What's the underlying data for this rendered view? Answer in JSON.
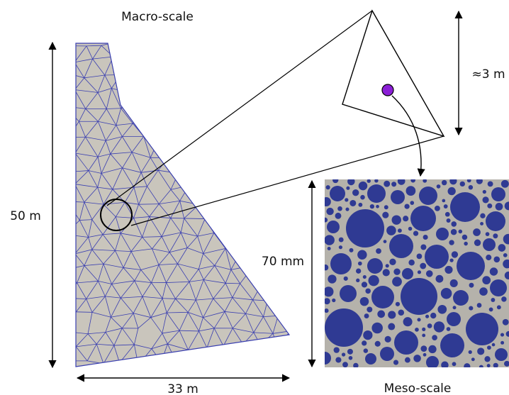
{
  "labels": {
    "macro_scale": "Macro-scale",
    "meso_scale": "Meso-scale",
    "height_dam": "50 m",
    "width_dam": "33 m",
    "height_triangle": "≈3 m",
    "size_meso": "70 mm"
  },
  "colors": {
    "mesh_fill": "#c9c5bc",
    "mesh_edges": "#3a3fb0",
    "aggregate": "#2f3a93",
    "matrix": "#b5b2ab",
    "point_marker": "#8b1fd6",
    "lines": "#000000"
  }
}
